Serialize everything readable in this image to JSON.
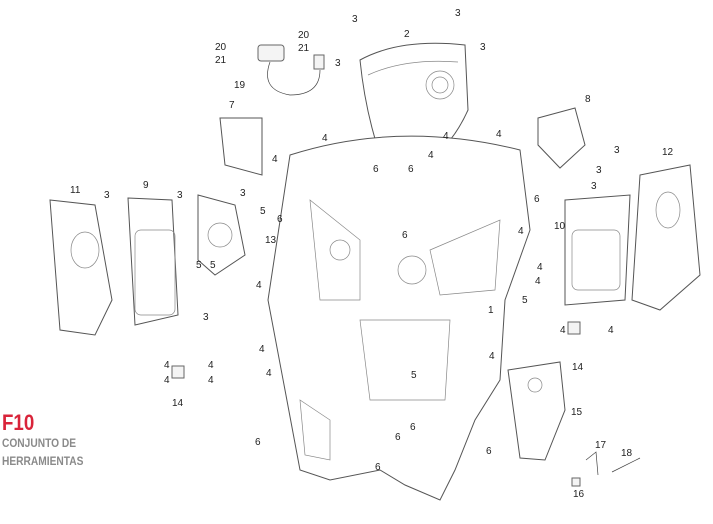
{
  "section": {
    "code": "F10",
    "title_line1": "CONJUNTO DE",
    "title_line2": "HERRAMIENTAS",
    "accent_color": "#d9243a"
  },
  "callouts": [
    "3",
    "3",
    "2",
    "3",
    "3",
    "20",
    "20",
    "21",
    "21",
    "19",
    "7",
    "8",
    "12",
    "4",
    "4",
    "4",
    "6",
    "6",
    "4",
    "6",
    "4",
    "3",
    "3",
    "11",
    "9",
    "3",
    "3",
    "5",
    "13",
    "6",
    "6",
    "10",
    "3",
    "3",
    "4",
    "5",
    "5",
    "4",
    "1",
    "5",
    "3",
    "4",
    "4",
    "4",
    "4",
    "14",
    "4",
    "4",
    "4",
    "4",
    "14",
    "4",
    "4",
    "5",
    "15",
    "4",
    "6",
    "6",
    "6",
    "6",
    "6",
    "17",
    "18",
    "16"
  ]
}
